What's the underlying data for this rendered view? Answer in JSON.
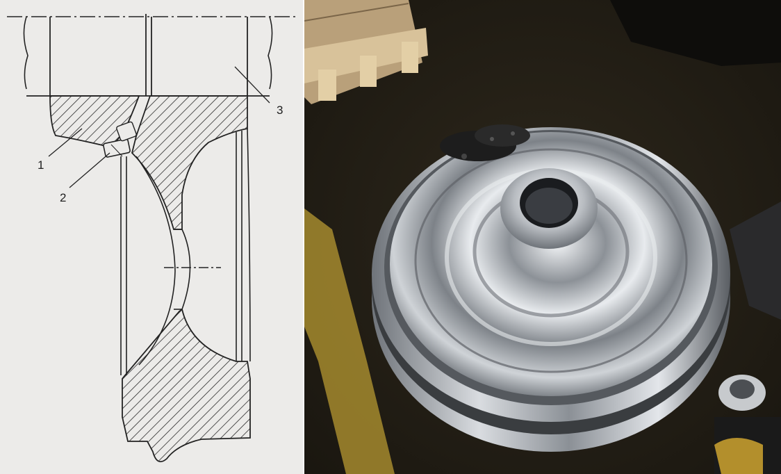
{
  "drawing": {
    "callouts": {
      "one": "1",
      "two": "2",
      "three": "3"
    },
    "colors": {
      "paper": "#ecebe9",
      "ink": "#222222"
    }
  },
  "photo": {
    "subject": "machined-railway-wheel-icon",
    "colors": {
      "floor": "#241f15",
      "steel": "#cfd2d6",
      "pallet": "#c8a878",
      "yellow_mark": "#c9a63a"
    }
  }
}
